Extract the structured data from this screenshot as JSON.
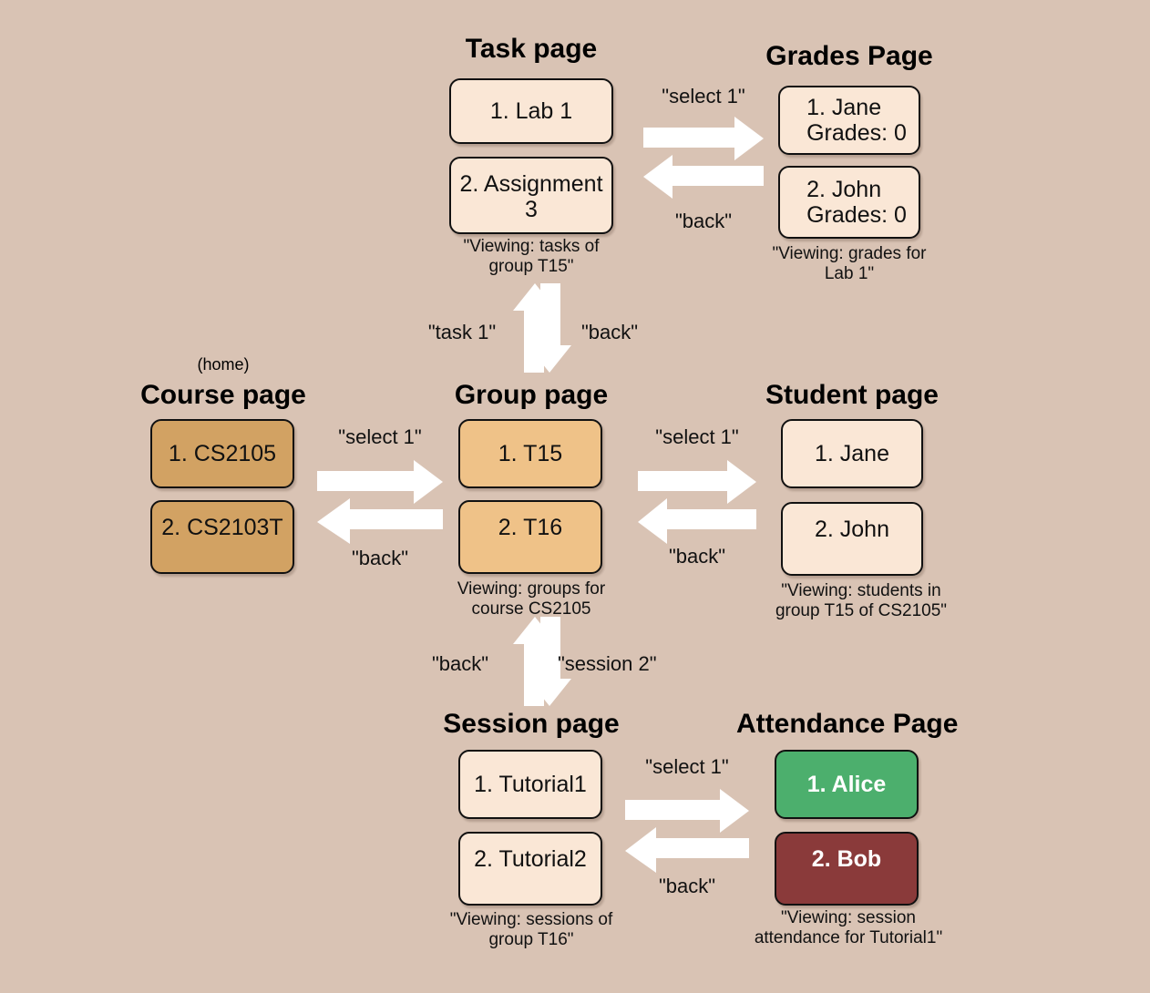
{
  "background_color": "#d9c3b4",
  "arrow_color": "#ffffff",
  "nodes": {
    "task_page": {
      "title": "Task page",
      "items": [
        "1. Lab 1",
        "2. Assignment 3"
      ],
      "caption": "\"Viewing: tasks of\ngroup T15\""
    },
    "grades_page": {
      "title": "Grades Page",
      "items": [
        "1. Jane\n    Grades: 0",
        "2. John\n    Grades: 0"
      ],
      "caption": "\"Viewing: grades for\nLab 1\""
    },
    "course_page": {
      "home_tag": "(home)",
      "title": "Course page",
      "items": [
        "1. CS2105",
        "2. CS2103T"
      ],
      "caption": "",
      "box_color": "#d2a263"
    },
    "group_page": {
      "title": "Group page",
      "items": [
        "1. T15",
        "2. T16"
      ],
      "caption": "Viewing: groups for\ncourse CS2105",
      "box_color": "#efc288"
    },
    "student_page": {
      "title": "Student page",
      "items": [
        "1. Jane",
        "2. John"
      ],
      "caption": "\"Viewing: students in\ngroup T15 of CS2105\""
    },
    "session_page": {
      "title": "Session page",
      "items": [
        "1. Tutorial1",
        "2. Tutorial2"
      ],
      "caption": "\"Viewing: sessions of\ngroup T16\""
    },
    "attendance_page": {
      "title": "Attendance Page",
      "items": [
        "1. Alice",
        "2. Bob"
      ],
      "caption": "\"Viewing: session\nattendance for Tutorial1\"",
      "box_colors": [
        "#4caf6d",
        "#8a3a3a"
      ]
    }
  },
  "transitions": {
    "task_to_grades": {
      "forward": "\"select 1\"",
      "backward": "\"back\""
    },
    "group_to_task": {
      "forward": "\"task 1\"",
      "backward": "\"back\""
    },
    "course_to_group": {
      "forward": "\"select 1\"",
      "backward": "\"back\""
    },
    "group_to_student": {
      "forward": "\"select 1\"",
      "backward": "\"back\""
    },
    "group_to_session": {
      "forward": "\"session 2\"",
      "backward": "\"back\""
    },
    "session_to_attendance": {
      "forward": "\"select 1\"",
      "backward": "\"back\""
    }
  }
}
